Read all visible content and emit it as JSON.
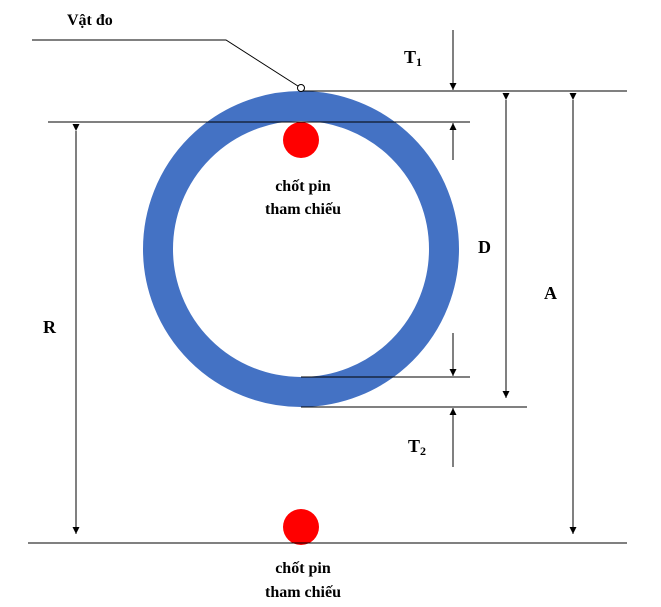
{
  "labels": {
    "object": "Vật đo",
    "t1_main": "T",
    "t1_sub": "1",
    "t2_main": "T",
    "t2_sub": "2",
    "d": "D",
    "a": "A",
    "r": "R",
    "pin_top_line1": "chốt pin",
    "pin_top_line2": "tham chiếu",
    "pin_bottom_line1": "chốt pin",
    "pin_bottom_line2": "tham chiếu"
  },
  "colors": {
    "ring": "#4472c4",
    "pin": "#ff0000",
    "line": "#000000"
  }
}
